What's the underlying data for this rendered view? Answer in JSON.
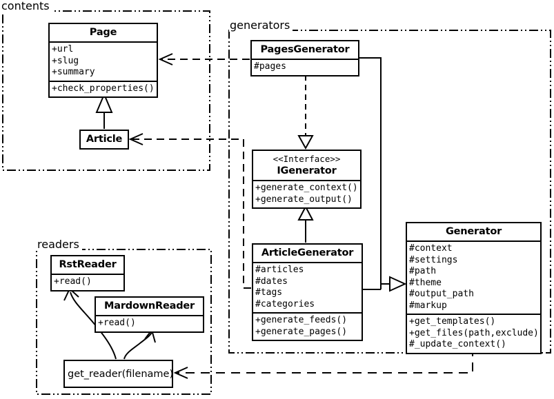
{
  "packages": {
    "contents": {
      "label": "contents"
    },
    "generators": {
      "label": "generators"
    },
    "readers": {
      "label": "readers"
    }
  },
  "classes": {
    "page": {
      "title": "Page",
      "attributes": [
        "+url",
        "+slug",
        "+summary"
      ],
      "methods": [
        "+check_properties()"
      ]
    },
    "article": {
      "title": "Article"
    },
    "pagesGenerator": {
      "title": "PagesGenerator",
      "attributes": [
        "#pages"
      ]
    },
    "iGenerator": {
      "stereotype": "<<Interface>>",
      "title": "IGenerator",
      "methods": [
        "+generate_context()",
        "+generate_output()"
      ]
    },
    "articleGenerator": {
      "title": "ArticleGenerator",
      "attributes": [
        "#articles",
        "#dates",
        "#tags",
        "#categories"
      ],
      "methods": [
        "+generate_feeds()",
        "+generate_pages()"
      ]
    },
    "generator": {
      "title": "Generator",
      "attributes": [
        "#context",
        "#settings",
        "#path",
        "#theme",
        "#output_path",
        "#markup"
      ],
      "methods": [
        "+get_templates()",
        "+get_files(path,exclude)",
        "#_update_context()"
      ]
    },
    "rstReader": {
      "title": "RstReader",
      "methods": [
        "+read()"
      ]
    },
    "mardownReader": {
      "title": "MardownReader",
      "methods": [
        "+read()"
      ]
    },
    "getReader": {
      "title": "get_reader(filename)"
    }
  },
  "relationships": [
    {
      "from": "Article",
      "to": "Page",
      "type": "generalization"
    },
    {
      "from": "PagesGenerator",
      "to": "Page",
      "type": "dependency"
    },
    {
      "from": "PagesGenerator",
      "to": "IGenerator",
      "type": "realization"
    },
    {
      "from": "ArticleGenerator",
      "to": "IGenerator",
      "type": "generalization"
    },
    {
      "from": "PagesGenerator",
      "to": "Generator",
      "type": "generalization"
    },
    {
      "from": "ArticleGenerator",
      "to": "Generator",
      "type": "generalization"
    },
    {
      "from": "ArticleGenerator",
      "to": "Article",
      "type": "dependency"
    },
    {
      "from": "Generator",
      "to": "get_reader(filename)",
      "type": "dependency"
    },
    {
      "from": "get_reader(filename)",
      "to": "RstReader",
      "type": "arrow"
    },
    {
      "from": "get_reader(filename)",
      "to": "MardownReader",
      "type": "arrow"
    }
  ],
  "colors": {
    "line": "#000000",
    "background": "#ffffff",
    "box_fill": "#ffffff"
  }
}
